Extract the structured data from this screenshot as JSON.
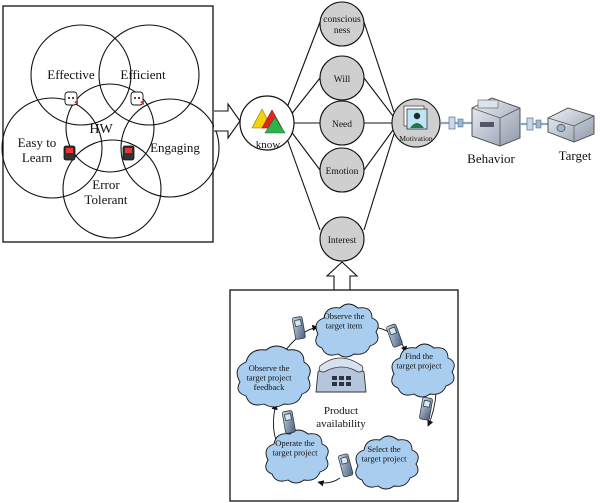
{
  "left_panel": {
    "center": "HW",
    "circles": [
      "Effective",
      "Efficient",
      "Engaging",
      "Error|Tolerant",
      "Easy to|Learn"
    ]
  },
  "middle": {
    "know": "know",
    "nodes": [
      "conscious|ness",
      "Will",
      "Need",
      "Emotion",
      "Interest"
    ],
    "motivation": "Motivation"
  },
  "right": {
    "behavior": "Behavior",
    "target": "Target"
  },
  "bottom_panel": {
    "center": "Product|availability",
    "clouds": [
      "Observe the|target item",
      "Find the|target project",
      "Select the|target project",
      "Operate the|target project",
      "Observe the|target project|feedback"
    ]
  },
  "colors": {
    "node_gray": "#cfcfcf",
    "cloud_blue": "#a9cdef",
    "tri_red": "#e52521",
    "tri_yellow": "#f5d20a",
    "tri_green": "#2db34a"
  }
}
